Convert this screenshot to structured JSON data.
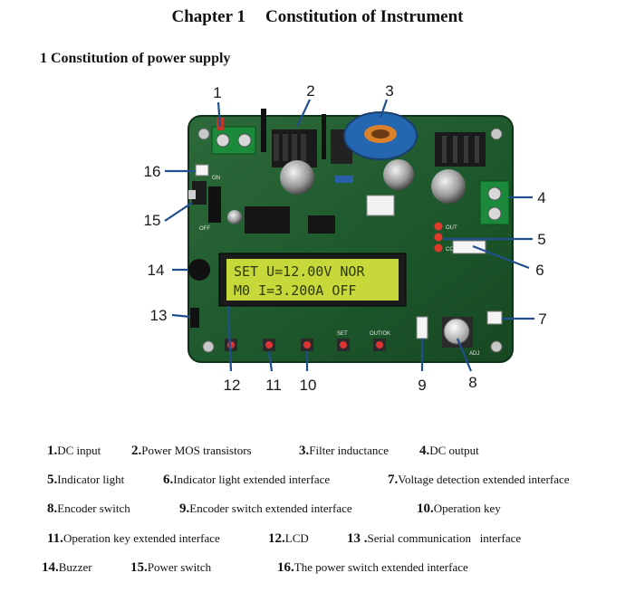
{
  "chapter": {
    "number": "Chapter 1",
    "title": "Constitution of Instrument"
  },
  "section": {
    "title": "1 Constitution of power supply"
  },
  "board": {
    "lcd": {
      "line1": "SET U=12.00V NOR",
      "line2": "M0  I=3.200A OFF"
    },
    "silkscreen": {
      "on": "ON",
      "off": "OFF",
      "out": "OUT",
      "cc": "CC",
      "adj": "ADJ",
      "set": "SET",
      "outok": "OUT/OK"
    },
    "callouts": [
      "1",
      "2",
      "3",
      "4",
      "5",
      "6",
      "7",
      "8",
      "9",
      "10",
      "11",
      "12",
      "13",
      "14",
      "15",
      "16"
    ]
  },
  "legend": [
    [
      {
        "num": "1.",
        "text": "DC input"
      },
      {
        "num": "2.",
        "text": "Power MOS transistors"
      },
      {
        "num": "3.",
        "text": "Filter inductance"
      },
      {
        "num": "4.",
        "text": "DC output"
      }
    ],
    [
      {
        "num": "5.",
        "text": "Indicator light"
      },
      {
        "num": "6.",
        "text": "Indicator light extended interface"
      },
      {
        "num": "7.",
        "text": "Voltage detection extended interface"
      }
    ],
    [
      {
        "num": "8.",
        "text": "Encoder switch"
      },
      {
        "num": "9.",
        "text": "Encoder switch extended interface"
      },
      {
        "num": "10.",
        "text": "Operation key"
      }
    ],
    [
      {
        "num": "11.",
        "text": "Operation key extended interface"
      },
      {
        "num": "12.",
        "text": "LCD"
      },
      {
        "num": "13 .",
        "text": "Serial communication   interface"
      }
    ],
    [
      {
        "num": "14.",
        "text": "Buzzer"
      },
      {
        "num": "15.",
        "text": "Power switch"
      },
      {
        "num": "16.",
        "text": "The power switch extended interface"
      }
    ]
  ]
}
